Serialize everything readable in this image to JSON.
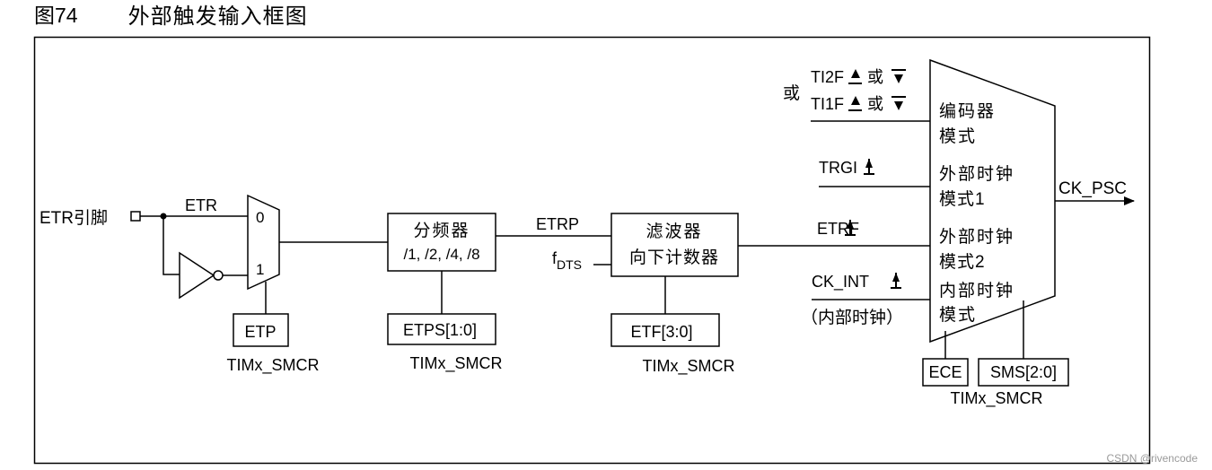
{
  "figure": {
    "number": "图74",
    "caption": "外部触发输入框图"
  },
  "input": {
    "pin_label": "ETR引脚",
    "etr_label": "ETR",
    "mux_in0": "0",
    "mux_in1": "1",
    "etp_label": "ETP",
    "etp_reg": "TIMx_SMCR"
  },
  "prescaler": {
    "title": "分频器",
    "ratios": "/1, /2, /4, /8",
    "output_label": "ETRP",
    "ctrl_label": "ETPS[1:0]",
    "ctrl_reg": "TIMx_SMCR"
  },
  "filter": {
    "line1": "滤波器",
    "line2": "向下计数器",
    "fdts_main": "f",
    "fdts_sub": "DTS",
    "ctrl_label": "ETF[3:0]",
    "ctrl_reg": "TIMx_SMCR",
    "output_label": "ETRF"
  },
  "selector": {
    "or_label": "或",
    "ti2f_label": "TI2F",
    "ti2f_or": "或",
    "ti1f_label": "TI1F",
    "ti1f_or": "或",
    "mode_encoder_1": "编码器",
    "mode_encoder_2": "模式",
    "trgi_label": "TRGI",
    "mode_ext1_1": "外部时钟",
    "mode_ext1_2": "模式1",
    "mode_ext2_1": "外部时钟",
    "mode_ext2_2": "模式2",
    "ckint_label": "CK_INT",
    "ckint_note": "（内部时钟）",
    "mode_int_1": "内部时钟",
    "mode_int_2": "模式",
    "output_label": "CK_PSC",
    "ece_label": "ECE",
    "sms_label": "SMS[2:0]",
    "ctrl_reg": "TIMx_SMCR"
  },
  "watermark": "CSDN @rivencode"
}
